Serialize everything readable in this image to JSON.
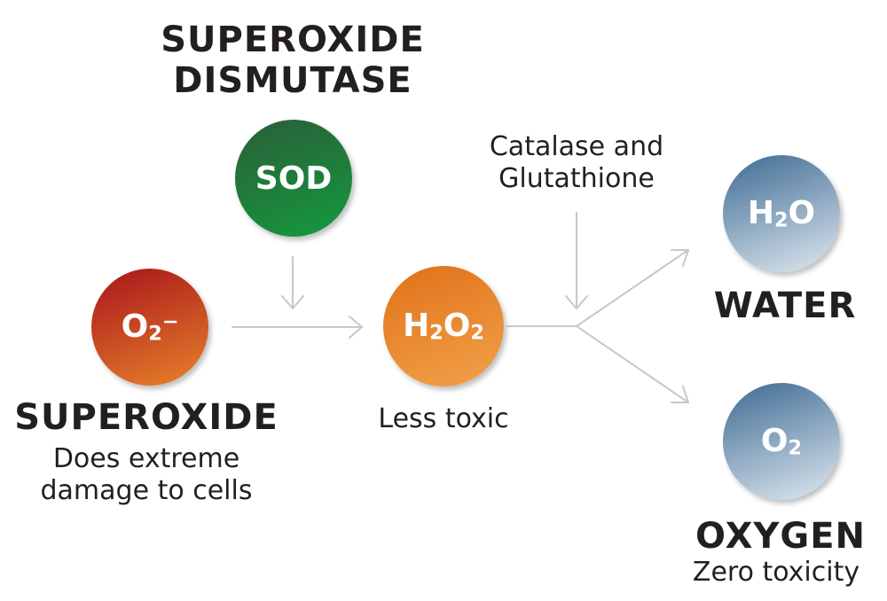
{
  "enzyme": {
    "title_line1": "SUPEROXIDE",
    "title_line2": "DISMUTASE",
    "circle_label": "SOD",
    "color_top": "#2b5e3a",
    "color_bottom": "#149a3c"
  },
  "superoxide": {
    "symbol": "O",
    "subscript": "2",
    "superscript": "−",
    "title": "SUPEROXIDE",
    "caption_line1": "Does extreme",
    "caption_line2": "damage to cells",
    "color_top": "#a8141b",
    "color_bottom": "#e8822a"
  },
  "peroxide": {
    "symbol_h": "H",
    "subscript_h": "2",
    "symbol_o": "O",
    "subscript_o": "2",
    "caption": "Less toxic",
    "color_top": "#e0721a",
    "color_bottom": "#f2a14a"
  },
  "catalysts": {
    "line1": "Catalase and",
    "line2": "Glutathione"
  },
  "water": {
    "symbol_h": "H",
    "subscript_h": "2",
    "symbol_o": "O",
    "title": "WATER",
    "color_top": "#3e6b93",
    "color_bottom": "#dfe8f0"
  },
  "oxygen": {
    "symbol": "O",
    "subscript": "2",
    "title": "OXYGEN",
    "caption": "Zero toxicity",
    "color_top": "#3e6b93",
    "color_bottom": "#dfe8f0"
  },
  "arrow_color": "#c8c8c8"
}
